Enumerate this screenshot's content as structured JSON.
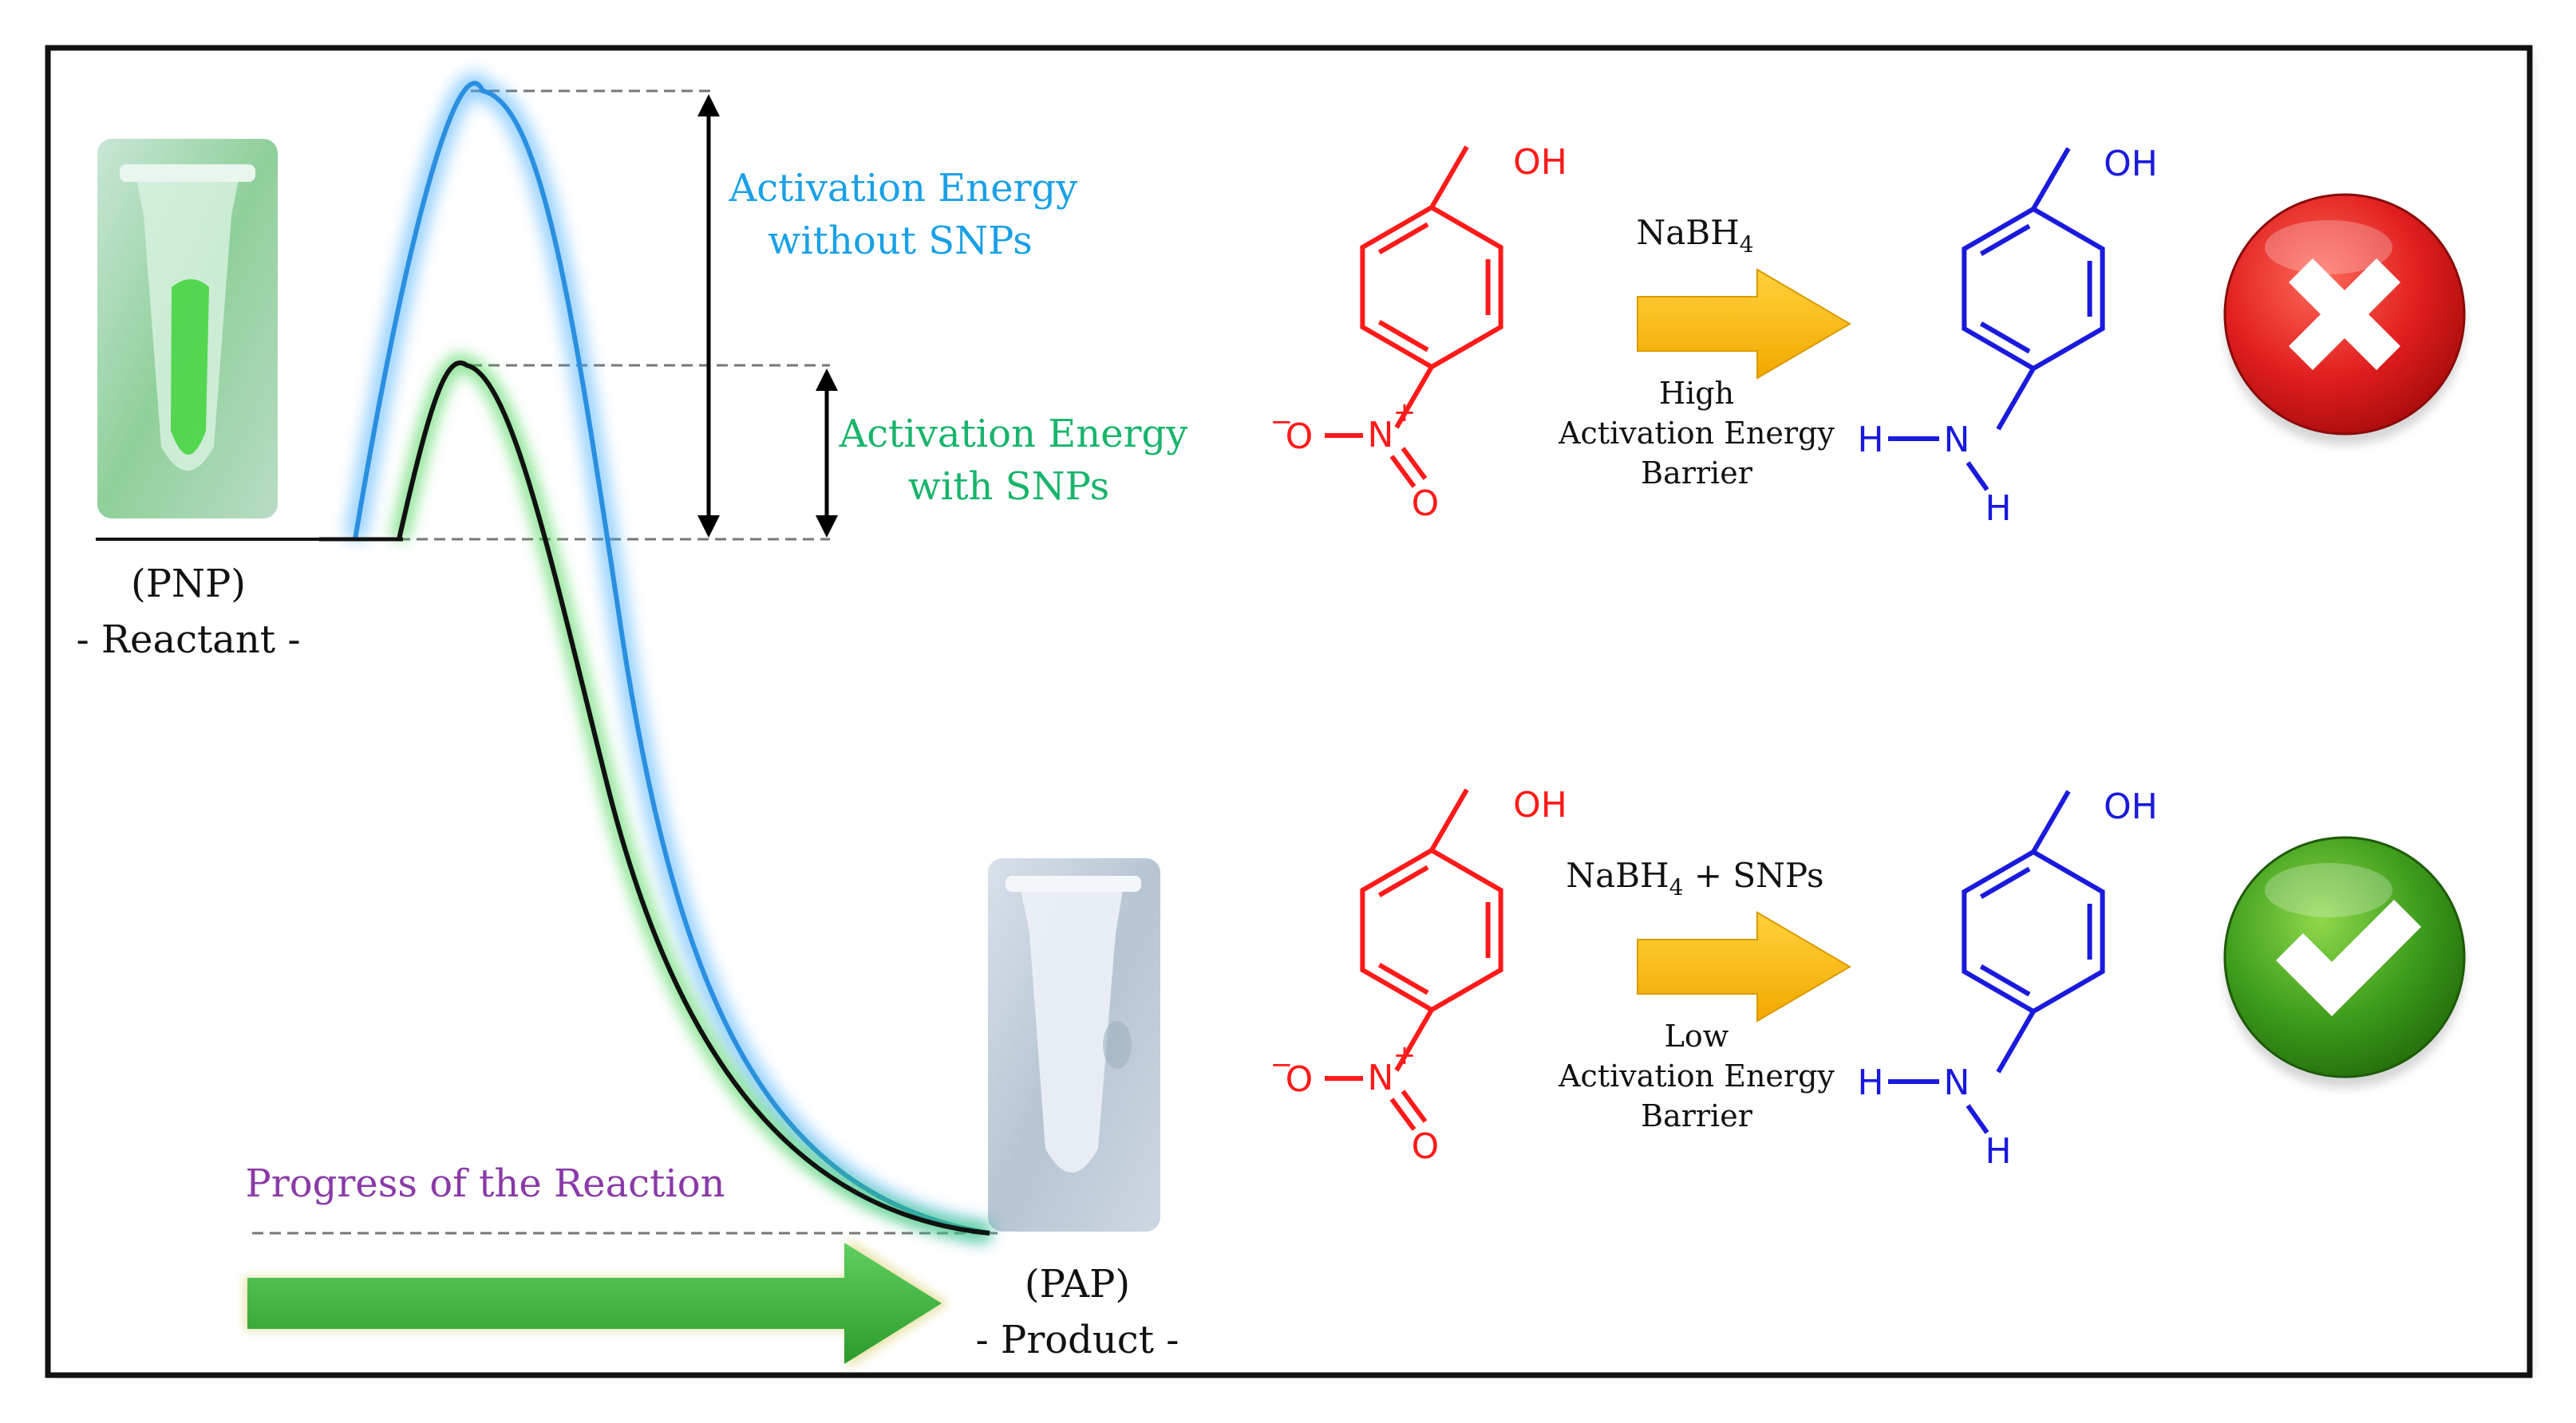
{
  "reactant": {
    "name": "(PNP)",
    "role": "- Reactant -"
  },
  "product": {
    "name": "(PAP)",
    "role": "- Product -"
  },
  "progress_label": "Progress of the Reaction",
  "activation": {
    "without": {
      "line1": "Activation Energy",
      "line2": "without SNPs",
      "color": "#1aa0e6"
    },
    "with": {
      "line1": "Activation Energy",
      "line2": "with SNPs",
      "color": "#18b46b"
    }
  },
  "molecule_labels": {
    "hydroxyl": "OH",
    "oxygen": "O",
    "minus": "−",
    "nitrogen": "N",
    "plus": "+",
    "hydrogen": "H"
  },
  "reactions": [
    {
      "reagent_main": "NaBH",
      "reagent_sub": "4",
      "reagent_extra": "",
      "barrier_line1": "High",
      "barrier_line2": "Activation Energy",
      "barrier_line3": "Barrier",
      "outcome": "cross",
      "outcome_color": "#e02020"
    },
    {
      "reagent_main": "NaBH",
      "reagent_sub": "4",
      "reagent_extra": " + SNPs",
      "barrier_line1": "Low",
      "barrier_line2": "Activation Energy",
      "barrier_line3": "Barrier",
      "outcome": "check",
      "outcome_color": "#3a9a1a"
    }
  ],
  "colors": {
    "reactant_molecule": "#ff1a1a",
    "product_molecule": "#1a1adc",
    "arrow_yellow": "#f6b800",
    "progress_arrow": "#3cb53c",
    "progress_text": "#8a3aa8"
  }
}
